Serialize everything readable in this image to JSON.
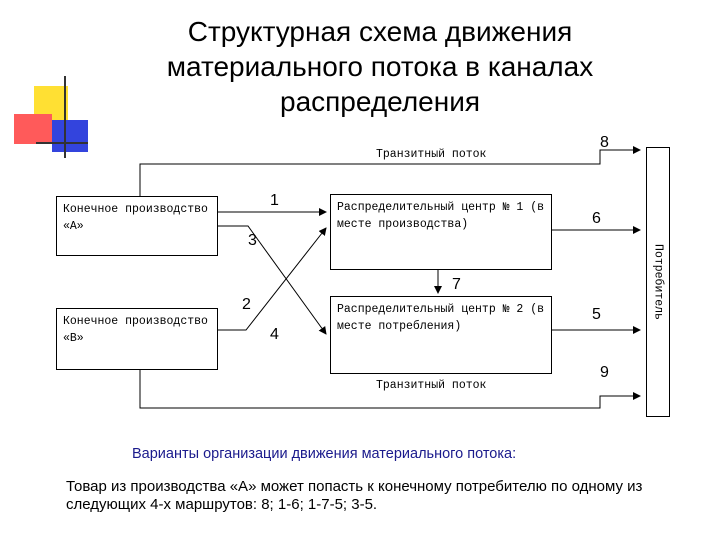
{
  "title": "Структурная схема движения материального потока в каналах распределения",
  "nodes": {
    "producer_a": "Конечное производство «А»",
    "producer_b": "Конечное производство «В»",
    "center_1": "Распределительный центр № 1 (в месте производства)",
    "center_2": "Распределительный центр № 2 (в месте потребления)",
    "consumer": "Потребитель"
  },
  "flows": {
    "transit_top": "Транзитный поток",
    "transit_bottom": "Транзитный поток"
  },
  "route_numbers": {
    "n1": "1",
    "n2": "2",
    "n3": "3",
    "n4": "4",
    "n5": "5",
    "n6": "6",
    "n7": "7",
    "n8": "8",
    "n9": "9"
  },
  "caption": "Варианты организации движения материального потока:",
  "note": "Товар из производства «А» может попасть к конечному потребителю по одному из следующих 4-х маршрутов: 8; 1-6; 1-7-5; 3-5.",
  "colors": {
    "deco_yellow": "#ffe033",
    "deco_red": "#ff5a5a",
    "deco_blue": "#3344dd",
    "caption_blue": "#1a1a8c"
  }
}
